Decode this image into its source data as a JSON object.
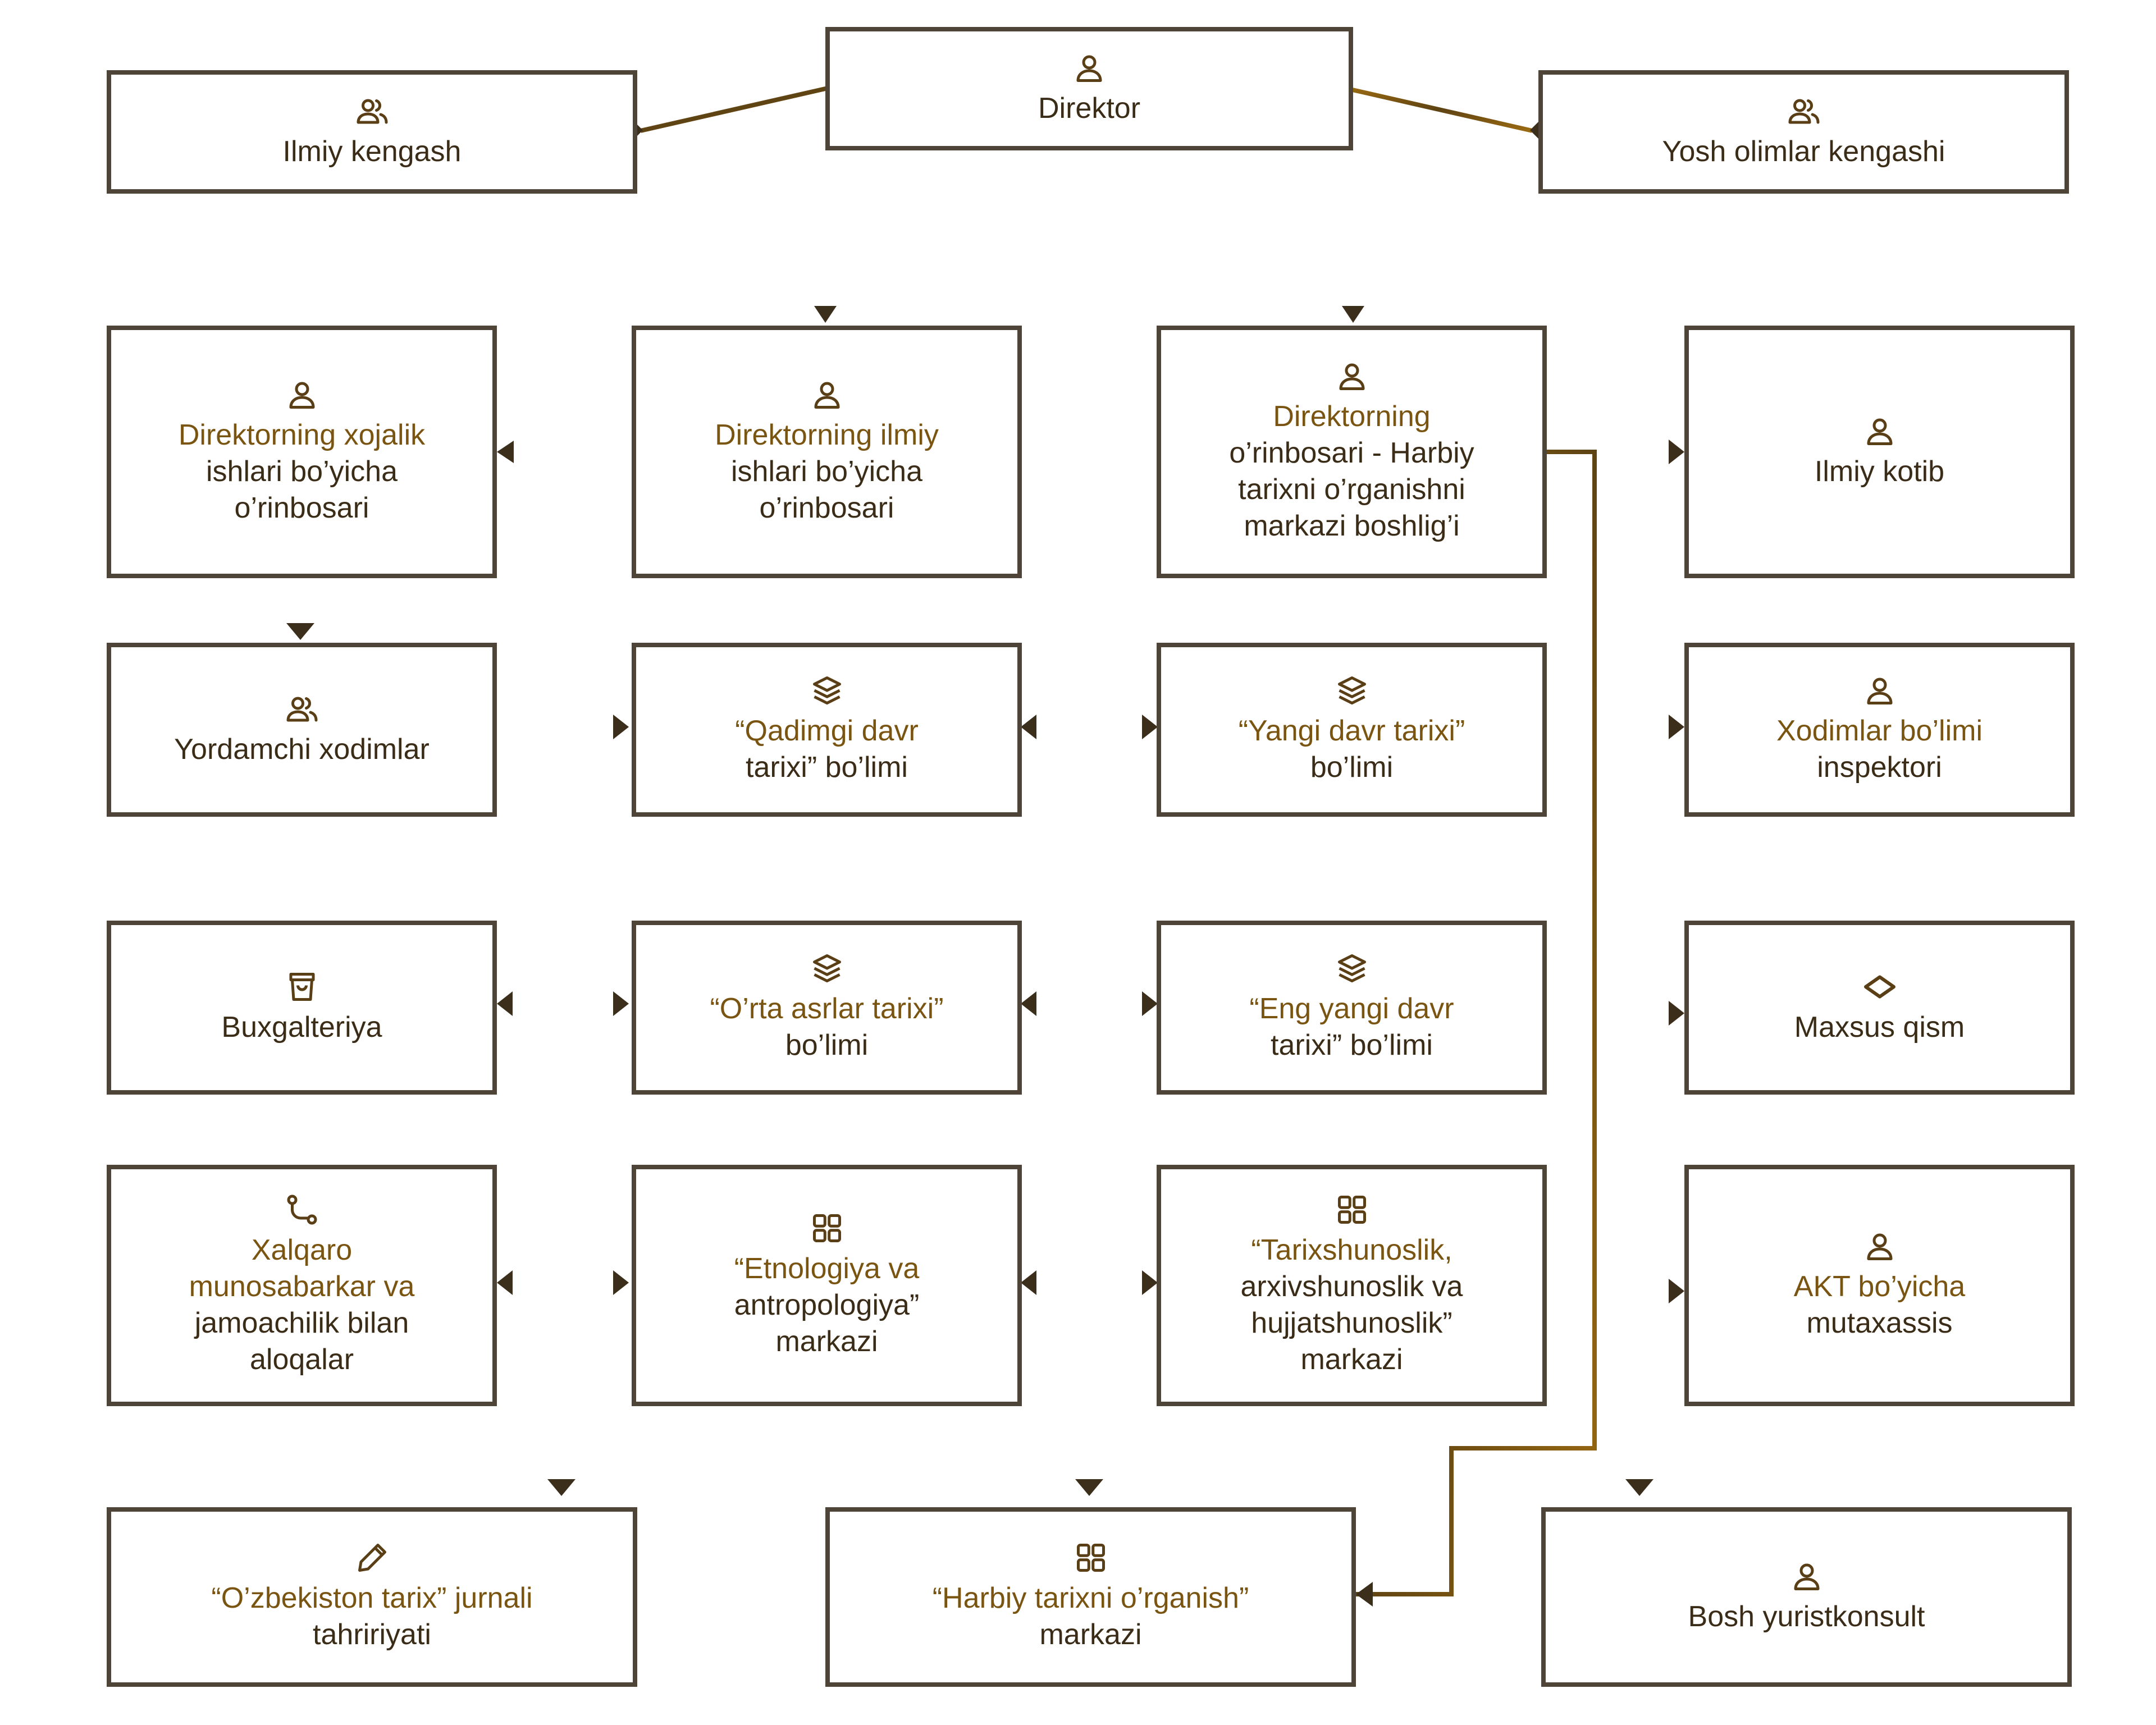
{
  "colors": {
    "border": "#4e4538",
    "line": "#8a5e14",
    "accent_text": "#7a5411",
    "dark_text": "#3a2c17",
    "icon": "#5a3e15"
  },
  "nodes": {
    "direktor": {
      "l1": "",
      "l2": "Direktor",
      "icon": "person-icon"
    },
    "ilmiy_kengash": {
      "l1": "",
      "l2": "Ilmiy kengash",
      "icon": "users-icon"
    },
    "yosh_olimlar": {
      "l1": "",
      "l2": "Yosh olimlar kengashi",
      "icon": "users-icon"
    },
    "xojalik": {
      "l1": "Direktorning xojalik",
      "l2": "ishlari bo’yicha",
      "l3": "o’rinbosari",
      "icon": "person-icon"
    },
    "ilmiy_orinbosar": {
      "l1": "Direktorning ilmiy",
      "l2": "ishlari bo’yicha",
      "l3": "o’rinbosari",
      "icon": "person-icon"
    },
    "harbiy_orinbosar": {
      "l1": "Direktorning",
      "l2": "o’rinbosari - Harbiy",
      "l3": "tarixni o’rganishni",
      "l4": "markazi boshlig’i",
      "icon": "person-icon"
    },
    "ilmiy_kotib": {
      "l1": "",
      "l2": "Ilmiy kotib",
      "icon": "person-icon"
    },
    "yordamchi": {
      "l1": "",
      "l2": "Yordamchi xodimlar",
      "icon": "users-icon"
    },
    "qadimgi": {
      "l1": "“Qadimgi davr",
      "l2": "tarixi” bo’limi",
      "icon": "layers-icon"
    },
    "yangi": {
      "l1": "“Yangi davr tarixi”",
      "l2": "bo’limi",
      "icon": "layers-icon"
    },
    "xodimlar": {
      "l1": "Xodimlar bo’limi",
      "l2": "inspektori",
      "icon": "person-icon"
    },
    "buxgalteriya": {
      "l1": "",
      "l2": "Buxgalteriya",
      "icon": "shopping-bag-icon"
    },
    "orta": {
      "l1": "“O’rta asrlar tarixi”",
      "l2": "bo’limi",
      "icon": "layers-icon"
    },
    "eng_yangi": {
      "l1": "“Eng yangi davr",
      "l2": "tarixi” bo’limi",
      "icon": "layers-icon"
    },
    "maxsus": {
      "l1": "",
      "l2": "Maxsus qism",
      "icon": "diamond-icon"
    },
    "xalqaro": {
      "l1": "Xalqaro",
      "l2": "munosabarkar va",
      "l3": "jamoachilik bilan",
      "l4": "aloqalar",
      "icon": "route-icon"
    },
    "etnologiya": {
      "l1": "“Etnologiya va",
      "l2": "antropologiya”",
      "l3": "markazi",
      "icon": "grid-icon"
    },
    "tarixshunoslik": {
      "l1": "“Tarixshunoslik,",
      "l2": "arxivshunoslik va",
      "l3": "hujjatshunoslik”",
      "l4": "markazi",
      "icon": "grid-icon"
    },
    "akt": {
      "l1": "AKT bo’yicha",
      "l2": "mutaxassis",
      "icon": "person-icon"
    },
    "jurnal": {
      "l1": "“O’zbekiston tarix” jurnali",
      "l2": "tahririyati",
      "icon": "pencil-icon"
    },
    "harbiy_markaz": {
      "l1": "“Harbiy tarixni o’rganish”",
      "l2": "markazi",
      "icon": "grid-icon"
    },
    "yuristkonsult": {
      "l1": "",
      "l2": "Bosh yuristkonsult",
      "icon": "person-icon"
    }
  }
}
